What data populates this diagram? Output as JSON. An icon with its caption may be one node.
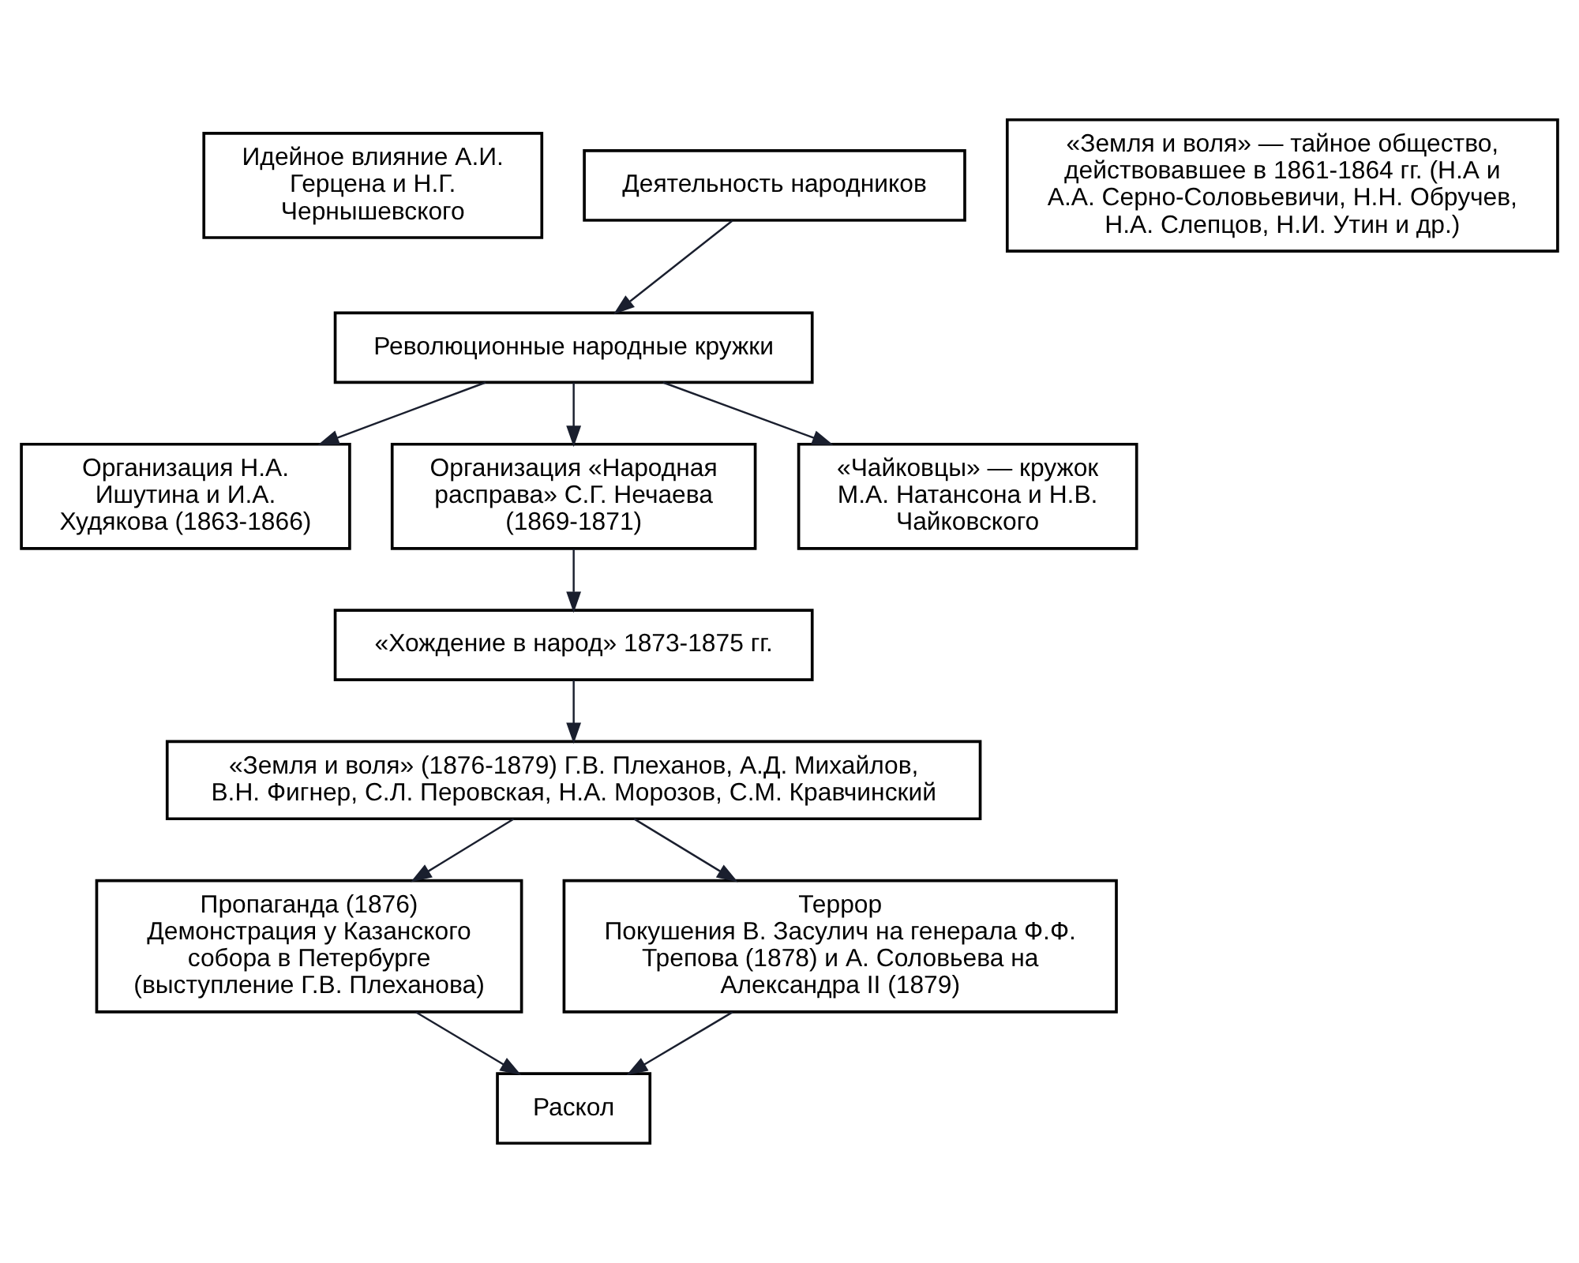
{
  "diagram": {
    "nodes": [
      {
        "text": [
          "Деятельность народников"
        ]
      },
      {
        "text": [
          "Идейное влияние А.И. Герцена и Н.Г. Чернышевского"
        ]
      },
      {
        "text": [
          "«Земля и воля» — тайное общество, действовавшее в 1861-1864 гг. (Н.А и А.А. Серно-Соловьевичи, Н.Н. Обручев, Н.А. Слепцов, Н.И. Утин и др.)"
        ]
      },
      {
        "text": [
          "Революционные народные кружки"
        ]
      },
      {
        "text": [
          "Организация Н.А. Ишутина и И.А. Худякова (1863-1866)"
        ]
      },
      {
        "text": [
          "Организация «Народная расправа» С.Г. Нечаева (1869-1871)"
        ]
      },
      {
        "text": [
          "«Чайковцы» — кружок М.А. Натансона и Н.В. Чайковского"
        ]
      },
      {
        "text": [
          "«Хождение в народ» 1873-1875 гг."
        ]
      },
      {
        "text": [
          "«Земля и воля» (1876-1879) Г.В. Плеханов, А.Д. Михайлов, В.Н. Фигнер, С.Л. Перовская, Н.А. Морозов, С.М. Кравчинский"
        ]
      },
      {
        "text": [
          "Пропаганда (1876)",
          "Демонстрация у Казанского собора в Петербурге (выступление Г.В. Плеханова)"
        ]
      },
      {
        "text": [
          "Террор",
          "Покушения В. Засулич на генерала Ф.Ф. Трепова (1878) и А. Соловьева на Александра II (1879)"
        ]
      },
      {
        "text": [
          "Раскол"
        ]
      }
    ],
    "edges": [
      {
        "from": 0,
        "to": 3,
        "arrow": "to"
      },
      {
        "from": 3,
        "to": 4,
        "arrow": "to"
      },
      {
        "from": 3,
        "to": 5,
        "arrow": "to"
      },
      {
        "from": 3,
        "to": 6,
        "arrow": "to"
      },
      {
        "from": 5,
        "to": 7,
        "arrow": "to"
      },
      {
        "from": 7,
        "to": 8,
        "arrow": "to"
      },
      {
        "from": 8,
        "to": 9,
        "arrow": "to"
      },
      {
        "from": 8,
        "to": 10,
        "arrow": "to"
      },
      {
        "from": 9,
        "to": 11,
        "arrow": "to"
      },
      {
        "from": 10,
        "to": 11,
        "arrow": "to"
      }
    ]
  }
}
